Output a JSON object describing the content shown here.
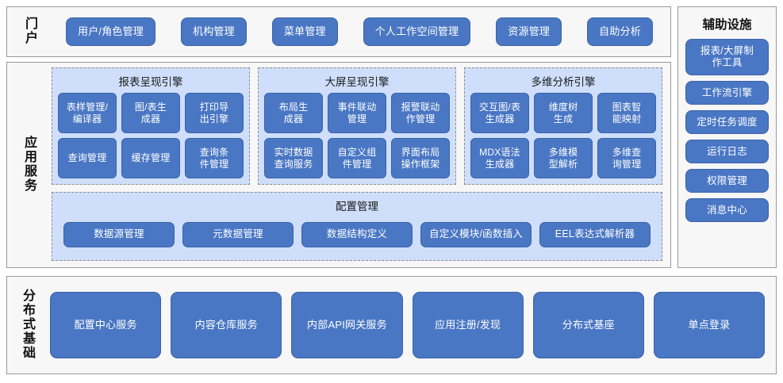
{
  "colors": {
    "button_fill": "#4a77c4",
    "button_border": "#3b63a8",
    "panel_fill": "#f7f7f7",
    "panel_border": "#9a9a9a",
    "group_fill": "#cfdffb",
    "group_border": "#8c8c8c",
    "button_text": "#ffffff"
  },
  "portal": {
    "label": "门\n户",
    "items": [
      {
        "label": "用户/角色管理"
      },
      {
        "label": "机构管理"
      },
      {
        "label": "菜单管理"
      },
      {
        "label": "个人工作空间管理"
      },
      {
        "label": "资源管理"
      },
      {
        "label": "自助分析"
      }
    ]
  },
  "aux": {
    "title": "辅助设施",
    "items": [
      {
        "label": "报表/大屏制\n作工具",
        "size": "tall"
      },
      {
        "label": "工作流引擎",
        "size": "short"
      },
      {
        "label": "定时任务调度",
        "size": "short"
      },
      {
        "label": "运行日志",
        "size": "short"
      },
      {
        "label": "权限管理",
        "size": "short"
      },
      {
        "label": "消息中心",
        "size": "short"
      }
    ]
  },
  "app_services": {
    "label": "应\n用\n服\n务",
    "engines": [
      {
        "title": "报表呈现引擎",
        "items": [
          {
            "label": "表样管理/\n编译器"
          },
          {
            "label": "图/表生\n成器"
          },
          {
            "label": "打印导\n出引擎"
          },
          {
            "label": "查询管理"
          },
          {
            "label": "缓存管理"
          },
          {
            "label": "查询条\n件管理"
          }
        ]
      },
      {
        "title": "大屏呈现引擎",
        "items": [
          {
            "label": "布局生\n成器"
          },
          {
            "label": "事件联动\n管理"
          },
          {
            "label": "报警联动\n作管理"
          },
          {
            "label": "实时数据\n查询服务"
          },
          {
            "label": "自定义组\n件管理"
          },
          {
            "label": "界面布局\n操作框架"
          }
        ]
      },
      {
        "title": "多维分析引擎",
        "items": [
          {
            "label": "交互图/表\n生成器"
          },
          {
            "label": "维度树\n生成"
          },
          {
            "label": "图表智\n能映射"
          },
          {
            "label": "MDX语法\n生成器"
          },
          {
            "label": "多维模\n型解析"
          },
          {
            "label": "多维查\n询管理"
          }
        ]
      }
    ],
    "config": {
      "title": "配置管理",
      "items": [
        {
          "label": "数据源管理"
        },
        {
          "label": "元数据管理"
        },
        {
          "label": "数据结构定义"
        },
        {
          "label": "自定义模块/函数插入"
        },
        {
          "label": "EEL表达式解析器"
        }
      ]
    }
  },
  "distributed": {
    "label": "分\n布\n式\n基\n础",
    "items": [
      {
        "label": "配置中心服务"
      },
      {
        "label": "内容仓库服务"
      },
      {
        "label": "内部API网关服务"
      },
      {
        "label": "应用注册/发现"
      },
      {
        "label": "分布式基座"
      },
      {
        "label": "单点登录"
      }
    ]
  }
}
